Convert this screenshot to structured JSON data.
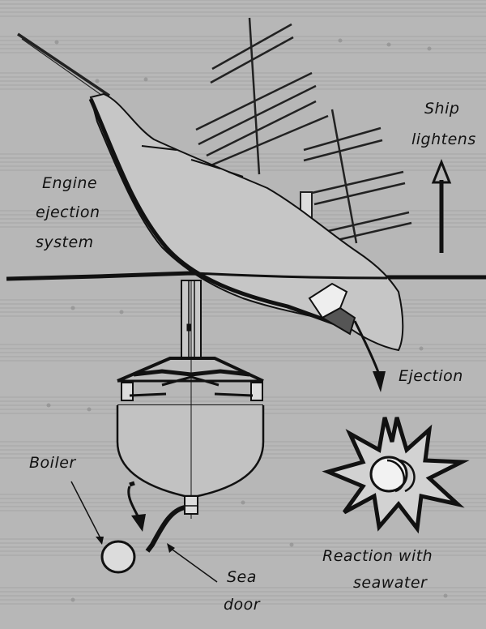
{
  "labels": {
    "engine_line1": "Engine",
    "engine_line2": "ejection",
    "engine_line3": "system",
    "ship_line1": "Ship",
    "ship_line2": "lightens",
    "ejection": "Ejection",
    "boiler": "Boiler",
    "reaction_line1": "Reaction with",
    "reaction_line2": "seawater",
    "sea_line1": "Sea",
    "sea_line2": "door"
  },
  "colors": {
    "background": "#b7b7b7",
    "ink": "#111111",
    "hull_fill": "#c4c4c4",
    "sheet_music": "#9a9a9a"
  }
}
